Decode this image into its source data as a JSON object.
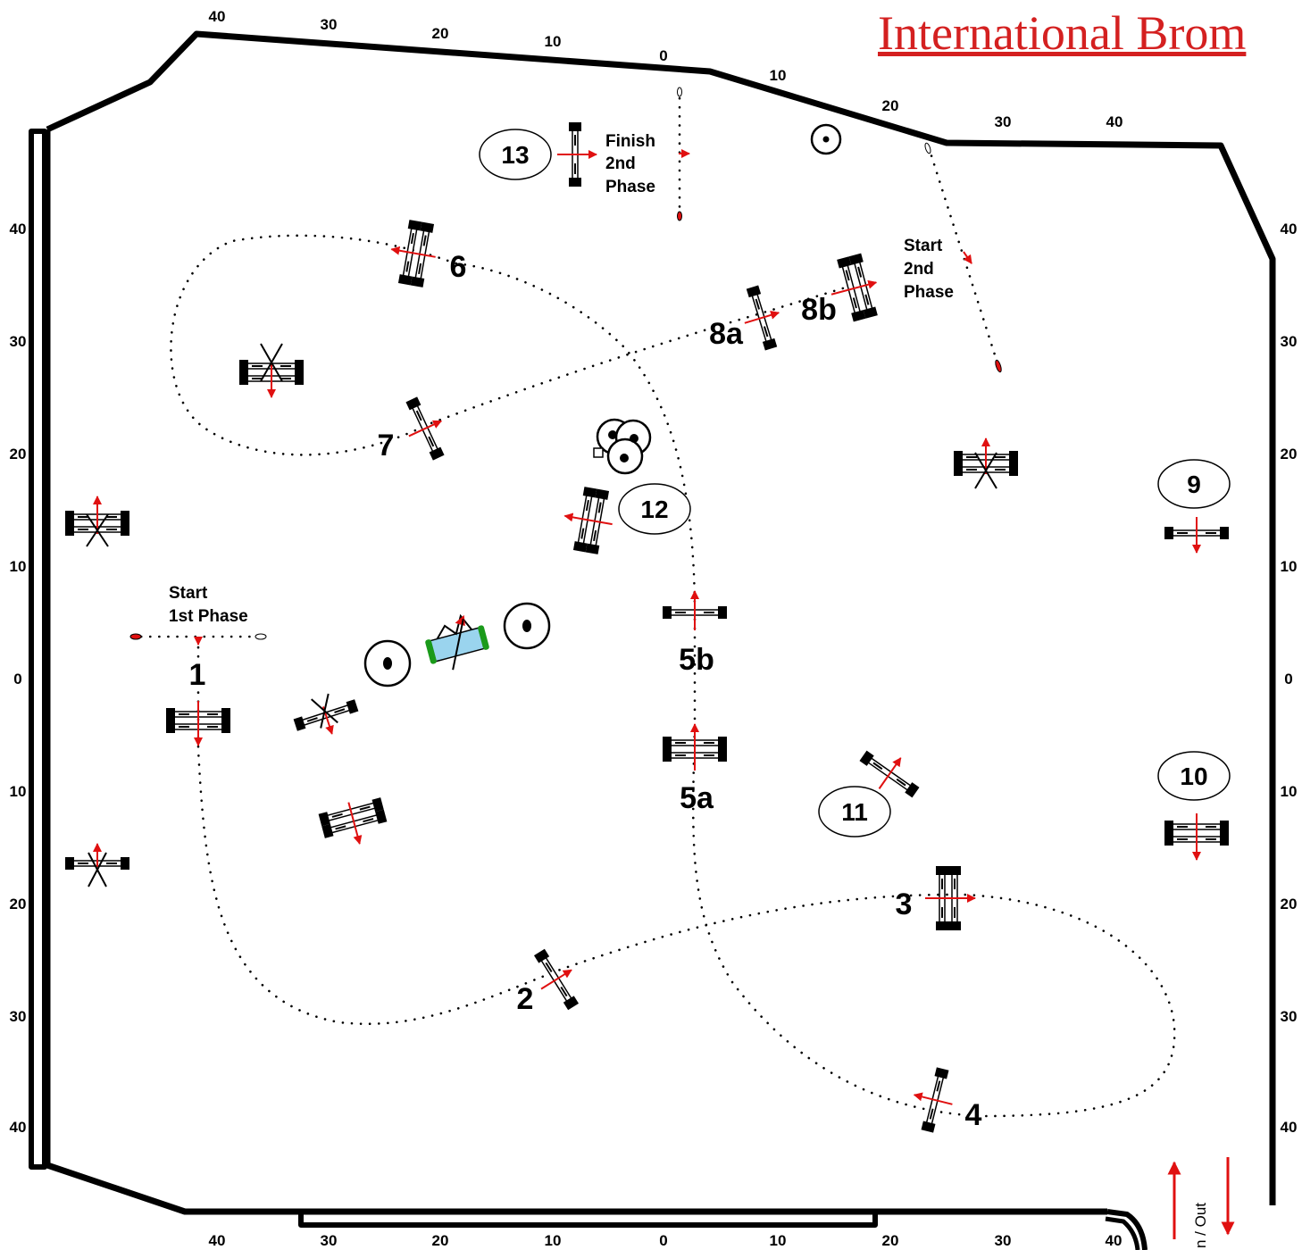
{
  "title": "International Brom",
  "scale": {
    "top": [
      "40",
      "30",
      "20",
      "10",
      "0",
      "10",
      "20",
      "30",
      "40"
    ],
    "bottom": [
      "40",
      "30",
      "20",
      "10",
      "0",
      "10",
      "20",
      "30",
      "40"
    ],
    "left": [
      "40",
      "30",
      "20",
      "10",
      "0",
      "10",
      "20",
      "30",
      "40"
    ],
    "right": [
      "40",
      "30",
      "20",
      "10",
      "0",
      "10",
      "20",
      "30",
      "40"
    ]
  },
  "obstacles": {
    "o1": "1",
    "o2": "2",
    "o3": "3",
    "o4": "4",
    "o5a": "5a",
    "o5b": "5b",
    "o6": "6",
    "o7": "7",
    "o8a": "8a",
    "o8b": "8b",
    "o9": "9",
    "o10": "10",
    "o11": "11",
    "o12": "12",
    "o13": "13"
  },
  "notes": {
    "start1": [
      "Start",
      "1st Phase"
    ],
    "start2": [
      "Start",
      "2nd",
      "Phase"
    ],
    "finish2": [
      "Finish",
      "2nd",
      "Phase"
    ],
    "inout": "n / Out"
  },
  "colors": {
    "title": "#d42020",
    "arrow": "#e01010",
    "flower": "#1a9a1a",
    "water": "#9ad4ee"
  }
}
